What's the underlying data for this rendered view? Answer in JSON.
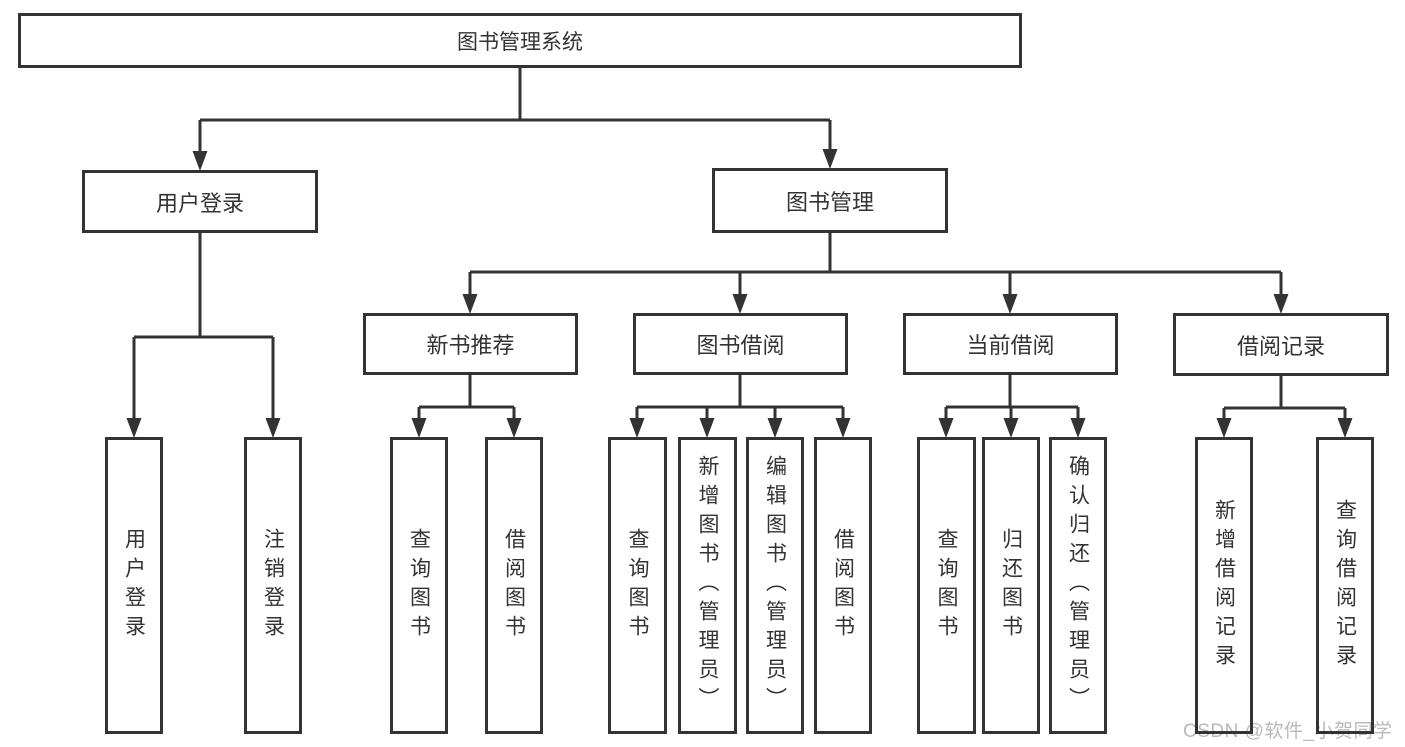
{
  "colors": {
    "background": "#ffffff",
    "box_border": "#333333",
    "line": "#333333",
    "text": "#333333",
    "watermark": "#b9b9b9"
  },
  "tree": {
    "root": {
      "label": "图书管理系统"
    },
    "level2": [
      {
        "label": "用户登录"
      },
      {
        "label": "图书管理"
      }
    ],
    "level3": [
      {
        "label": "新书推荐",
        "parent": "图书管理"
      },
      {
        "label": "图书借阅",
        "parent": "图书管理"
      },
      {
        "label": "当前借阅",
        "parent": "图书管理"
      },
      {
        "label": "借阅记录",
        "parent": "图书管理"
      }
    ],
    "leaves": [
      {
        "label": "用户登录",
        "parent": "用户登录"
      },
      {
        "label": "注销登录",
        "parent": "用户登录"
      },
      {
        "label": "查询图书",
        "parent": "新书推荐"
      },
      {
        "label": "借阅图书",
        "parent": "新书推荐"
      },
      {
        "label": "查询图书",
        "parent": "图书借阅"
      },
      {
        "label": "新增图书（管理员）",
        "parent": "图书借阅"
      },
      {
        "label": "编辑图书（管理员）",
        "parent": "图书借阅"
      },
      {
        "label": "借阅图书",
        "parent": "图书借阅"
      },
      {
        "label": "查询图书",
        "parent": "当前借阅"
      },
      {
        "label": "归还图书",
        "parent": "当前借阅"
      },
      {
        "label": "确认归还（管理员）",
        "parent": "当前借阅"
      },
      {
        "label": "新增借阅记录",
        "parent": "借阅记录"
      },
      {
        "label": "查询借阅记录",
        "parent": "借阅记录"
      }
    ]
  },
  "watermark": {
    "text": "CSDN @软件_小贺同学"
  }
}
